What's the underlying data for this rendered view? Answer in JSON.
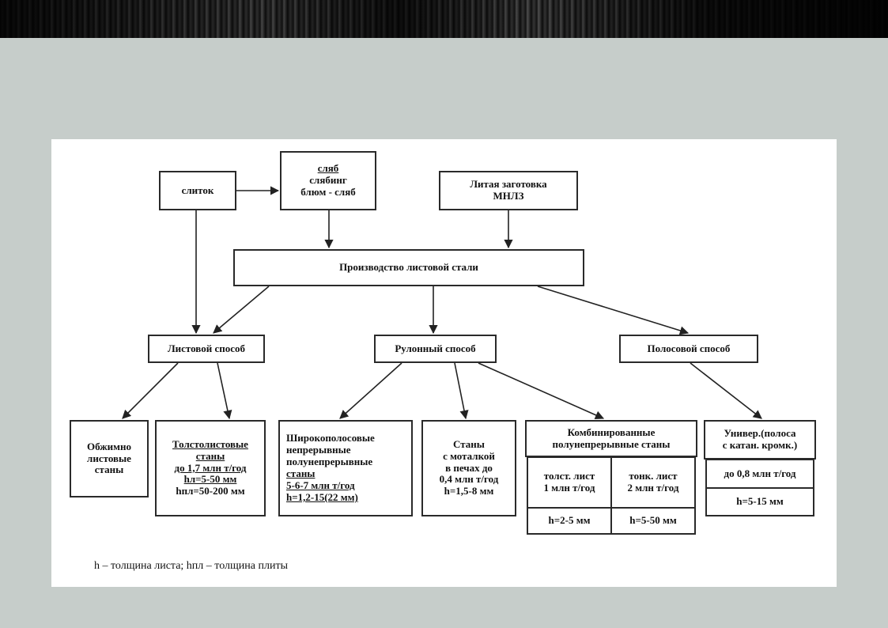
{
  "nodes": {
    "slitok": [
      "слиток"
    ],
    "slyab": [
      "сляб",
      "слябинг",
      "блюм - сляб"
    ],
    "litaya": [
      "Литая заготовка",
      "МНЛЗ"
    ],
    "production": [
      "Производство листовой стали"
    ],
    "listovoy": [
      "Листовой способ"
    ],
    "rulonny": [
      "Рулонный способ"
    ],
    "polosovoy": [
      "Полосовой способ"
    ],
    "obzhimno": [
      "Обжимно",
      "листовые",
      "станы"
    ],
    "tolsto": [
      "Толстолистовые",
      "станы",
      "до 1,7 млн т/год",
      "hл=5-50 мм",
      "hпл=50-200 мм"
    ],
    "shiroko": [
      "Широкополосовые",
      "непрерывные",
      "полунепрерывные",
      "станы",
      "5-6-7 млн т/год",
      "h=1,2-15(22 мм)"
    ],
    "moto": [
      "Станы",
      "с моталкой",
      "в печах до",
      "0,4 млн т/год",
      "h=1,5-8 мм"
    ],
    "kombi": {
      "title": [
        "Комбинированные",
        "полунепрерывные станы"
      ],
      "tolst": [
        "толст. лист",
        "1 млн т/год"
      ],
      "tonk": [
        "тонк. лист",
        "2 млн т/год"
      ],
      "tolst_h": "h=2-5 мм",
      "tonk_h": "h=5-50 мм"
    },
    "univer": {
      "title": [
        "Универ.(полоса",
        "с катан. кромк.)"
      ],
      "capacity": "до 0,8 млн т/год",
      "h": "h=5-15 мм"
    }
  },
  "footnote": "h – толщина листа; hпл – толщина плиты"
}
